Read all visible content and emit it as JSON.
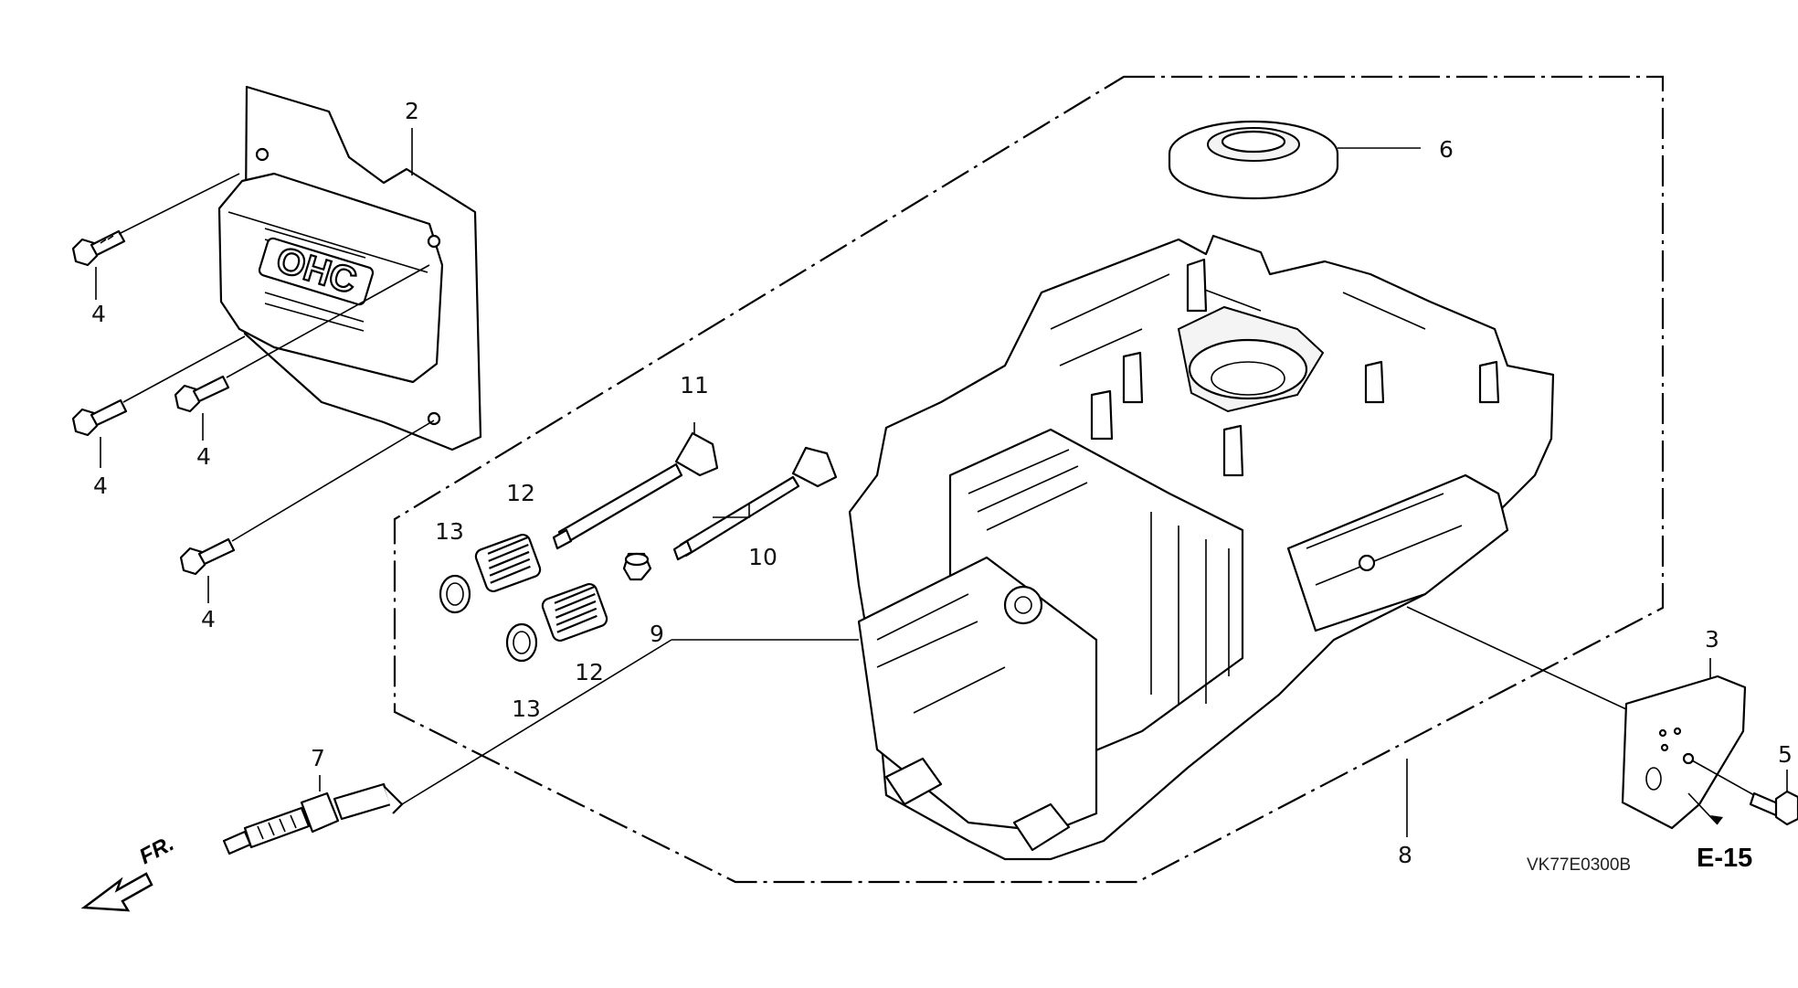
{
  "callouts": {
    "c2": "2",
    "c6": "6",
    "c4a": "4",
    "c4b": "4",
    "c4c": "4",
    "c4d": "4",
    "c11": "11",
    "c10": "10",
    "c12a": "12",
    "c12b": "12",
    "c13a": "13",
    "c13b": "13",
    "c9": "9",
    "c7": "7",
    "c8": "8",
    "c3": "3",
    "c5": "5"
  },
  "cover_emboss": "OHC",
  "front_arrow_label": "FR.",
  "reference_label": "E-15",
  "drawing_code": "VK77E0300B"
}
